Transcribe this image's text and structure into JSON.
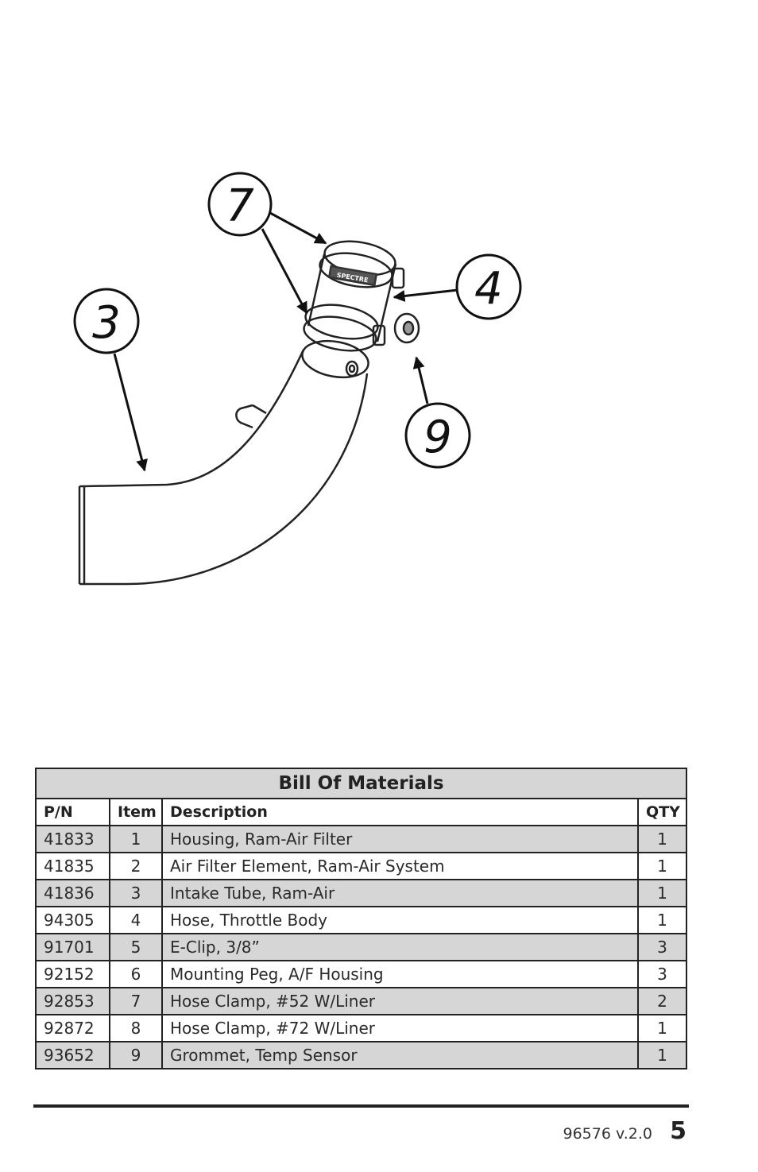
{
  "diagram": {
    "callouts": [
      {
        "label": "7"
      },
      {
        "label": "3"
      },
      {
        "label": "4"
      },
      {
        "label": "9"
      }
    ],
    "logo_text": "SPECTRE"
  },
  "bom": {
    "title": "Bill Of Materials",
    "headers": {
      "pn": "P/N",
      "item": "Item",
      "description": "Description",
      "qty": "QTY"
    },
    "rows": [
      {
        "pn": "41833",
        "item": "1",
        "description": "Housing, Ram-Air Filter",
        "qty": "1"
      },
      {
        "pn": "41835",
        "item": "2",
        "description": "Air Filter Element, Ram-Air System",
        "qty": "1"
      },
      {
        "pn": "41836",
        "item": "3",
        "description": "Intake Tube, Ram-Air",
        "qty": "1"
      },
      {
        "pn": "94305",
        "item": "4",
        "description": "Hose, Throttle Body",
        "qty": "1"
      },
      {
        "pn": "91701",
        "item": "5",
        "description": "E-Clip, 3/8”",
        "qty": "3"
      },
      {
        "pn": "92152",
        "item": "6",
        "description": "Mounting Peg, A/F Housing",
        "qty": "3"
      },
      {
        "pn": "92853",
        "item": "7",
        "description": "Hose Clamp, #52 W/Liner",
        "qty": "2"
      },
      {
        "pn": "92872",
        "item": "8",
        "description": "Hose Clamp, #72 W/Liner",
        "qty": "1"
      },
      {
        "pn": "93652",
        "item": "9",
        "description": "Grommet, Temp Sensor",
        "qty": "1"
      }
    ]
  },
  "footer": {
    "doc_number": "96576 v.2.0",
    "page_number": "5"
  }
}
